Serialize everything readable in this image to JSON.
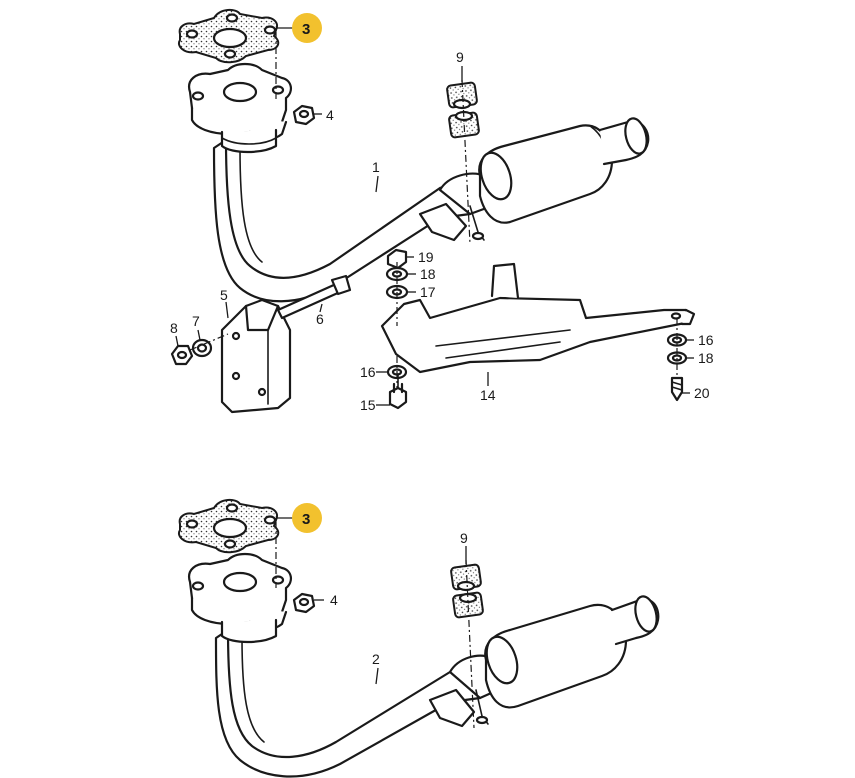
{
  "highlight_color": "#f2c12e",
  "callouts": {
    "top": {
      "gasket": "3",
      "nut_flange": "4",
      "front_pipe": "1",
      "bracket": "5",
      "bolt": "6",
      "washer_7": "7",
      "nut_8": "8",
      "rubber_mount": "9",
      "heat_shield": "14",
      "bolt_15": "15",
      "washer_16_left": "16",
      "washer_17": "17",
      "spring_washer_18_upper": "18",
      "nut_19": "19",
      "washer_16_right": "16",
      "spring_washer_18_right": "18",
      "screw_20": "20"
    },
    "bottom": {
      "gasket": "3",
      "nut_flange": "4",
      "front_pipe": "2",
      "rubber_mount": "9"
    }
  }
}
